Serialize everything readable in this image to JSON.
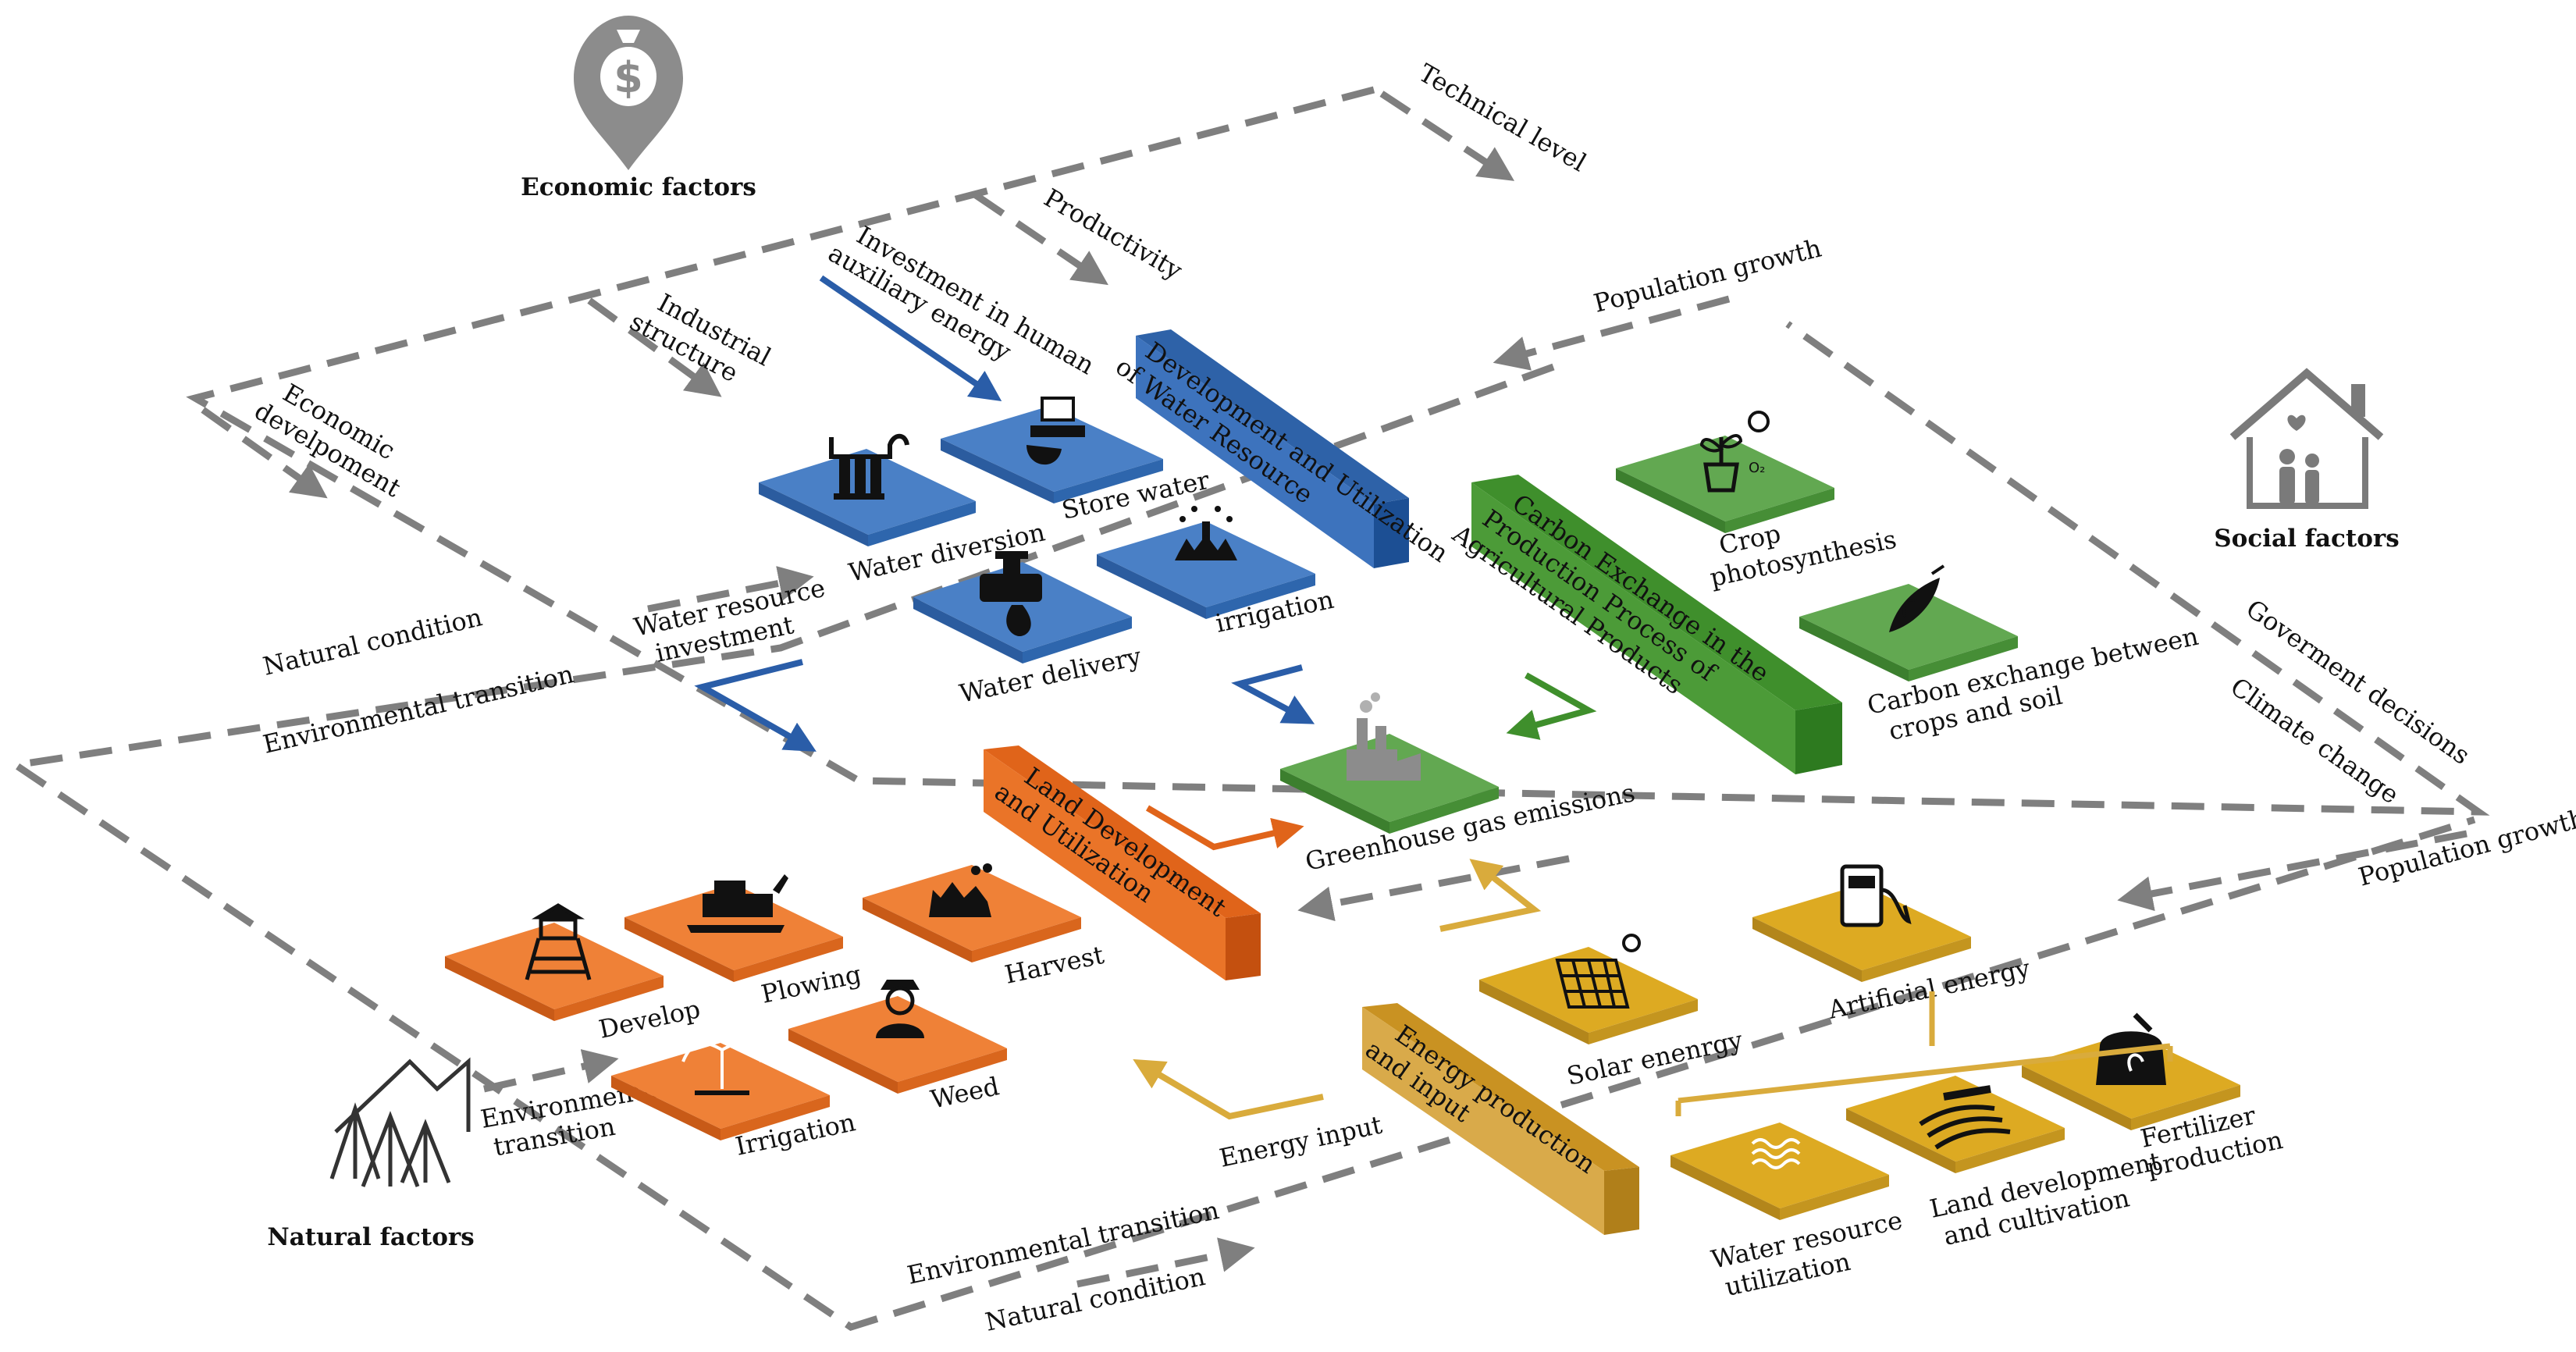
{
  "factors": {
    "economic": "Economic factors",
    "social": "Social factors",
    "natural": "Natural factors"
  },
  "drivers": {
    "technical_level": "Technical level",
    "productivity": "Productivity",
    "population_growth_top": "Population growth",
    "industrial_structure": "Industrial\nstructure",
    "economic_development": "Economic\ndevelpoment",
    "natural_condition_left": "Natural condition",
    "environmental_transition_left": "Environmental transition",
    "government_decisions": "Goverment decisions",
    "climate_change": "Climate change",
    "population_growth_right": "Population growth",
    "environmental_transition_bottom": "Environmental transition",
    "natural_condition_bottom": "Natural condition",
    "environmental_transition_natural": "Environmental\ntransition"
  },
  "water": {
    "bar_label": "Development and Utilization\nof Water Resource",
    "investment_label": "Investment in human\nauxiliary energy",
    "resource_investment_label": "Water resource\ninvestment",
    "tiles": [
      "Water diversion",
      "Store water",
      "Water delivery",
      "irrigation"
    ]
  },
  "carbon": {
    "bar_label": "Carbon Exchange in the\nProduction Process of\nAgricultural Products",
    "tiles": [
      "Crop\nphotosynthesis",
      "Carbon exchange between\ncrops and soil"
    ]
  },
  "center": {
    "ghg_label": "Greenhouse gas emissions"
  },
  "land": {
    "bar_label": "Land Development\nand Utilization",
    "tiles": [
      "Develop",
      "Plowing",
      "Harvest",
      "Irrigation",
      "Weed"
    ]
  },
  "energy": {
    "bar_label": "Energy production\nand input",
    "energy_input_label": "Energy input",
    "tiles": [
      "Solar enenrgy",
      "Artificial energy",
      "Water resource\nutilization",
      "Land development\nand cultivation",
      "Fertilizer\nproduction"
    ]
  },
  "colors": {
    "water": "#3e73b7",
    "carbon": "#5aa04a",
    "land": "#ea7428",
    "energy": "#d8a522",
    "dashed": "#7f7f7f",
    "icon_gray": "#8c8c8c"
  }
}
